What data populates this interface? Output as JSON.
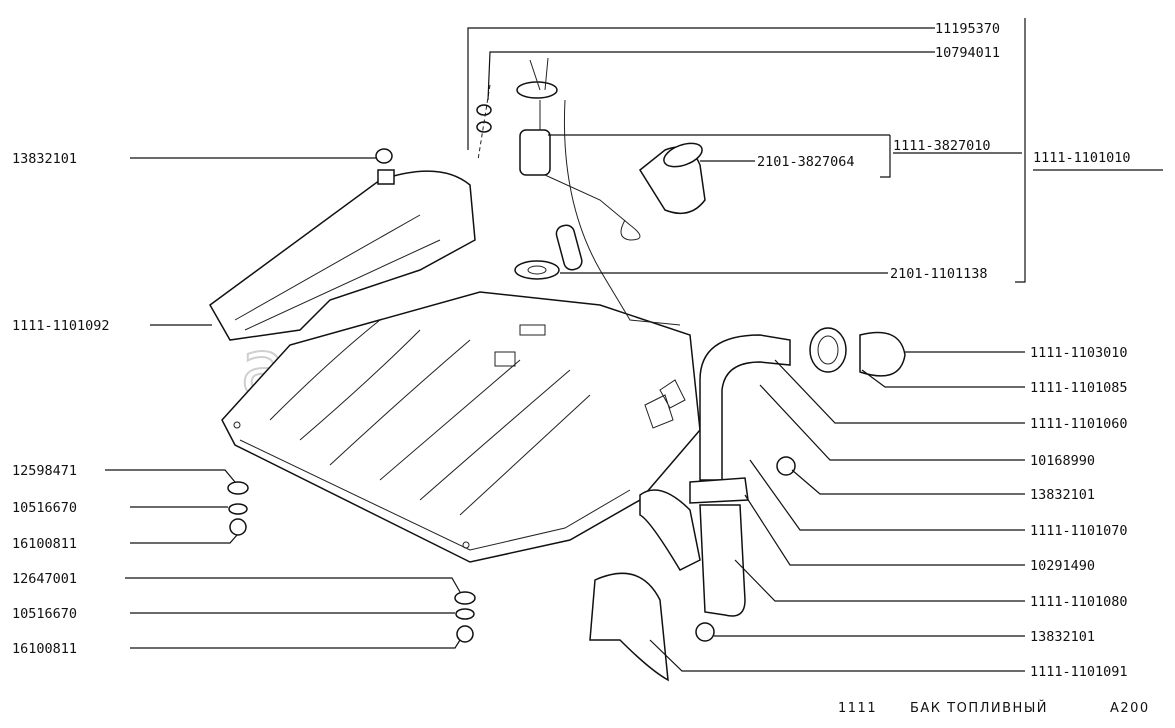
{
  "watermark": "autopiter.ru",
  "labels": {
    "top": {
      "p11195370": "11195370",
      "p10794011": "10794011",
      "p1111_3827010": "1111-3827010",
      "p2101_3827064": "2101-3827064",
      "p1111_1101010": "1111-1101010",
      "p2101_1101138": "2101-1101138"
    },
    "right": [
      "1111-1103010",
      "1111-1101085",
      "1111-1101060",
      "10168990",
      "13832101",
      "1111-1101070",
      "10291490",
      "1111-1101080",
      "13832101",
      "1111-1101091"
    ],
    "left": [
      "13832101",
      "1111-1101092",
      "12598471",
      "10516670",
      "16100811",
      "12647001",
      "10516670",
      "16100811"
    ]
  },
  "caption": {
    "model": "1111",
    "title": "БАК ТОПЛИВНЫЙ",
    "code": "A200"
  }
}
